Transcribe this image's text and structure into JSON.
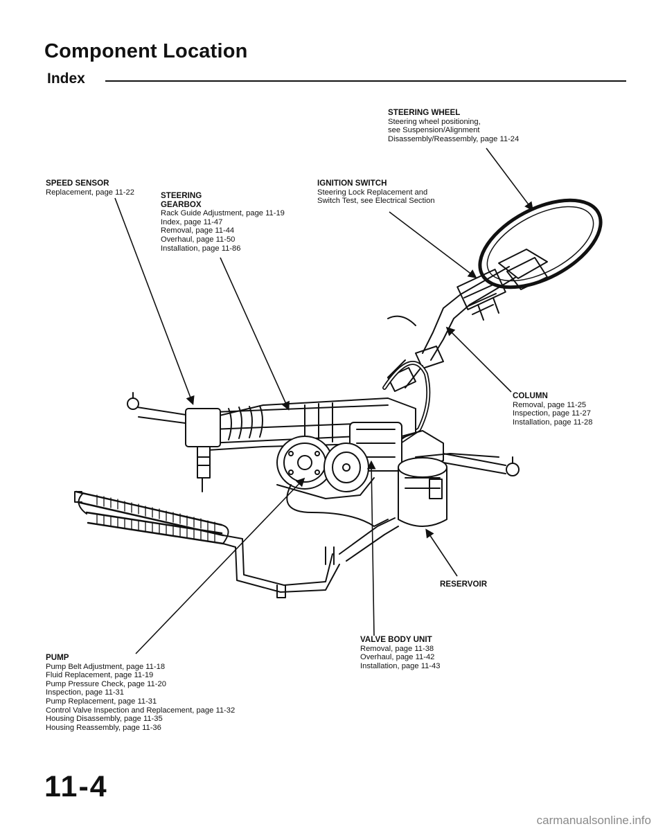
{
  "page": {
    "title": "Component Location",
    "subtitle": "Index",
    "page_number": "11-4",
    "watermark": "carmanualsonline.info"
  },
  "callouts": {
    "steering_wheel": {
      "heading": "STEERING WHEEL",
      "lines": [
        "Steering wheel positioning,",
        "see Suspension/Alignment",
        "Disassembly/Reassembly, page 11-24"
      ]
    },
    "ignition_switch": {
      "heading": "IGNITION SWITCH",
      "lines": [
        "Steering Lock Replacement and",
        "Switch Test, see Electrical Section"
      ]
    },
    "steering_gearbox": {
      "heading": "STEERING",
      "heading2": "GEARBOX",
      "lines": [
        "Rack Guide Adjustment, page 11-19",
        "Index, page 11-47",
        "Removal, page 11-44",
        "Overhaul, page 11-50",
        "Installation, page 11-86"
      ]
    },
    "speed_sensor": {
      "heading": "SPEED SENSOR",
      "lines": [
        "Replacement, page 11-22"
      ]
    },
    "column": {
      "heading": "COLUMN",
      "lines": [
        "Removal, page 11-25",
        "Inspection, page 11-27",
        "Installation, page 11-28"
      ]
    },
    "reservoir": {
      "heading": "RESERVOIR"
    },
    "pump": {
      "heading": "PUMP",
      "lines": [
        "Pump Belt Adjustment, page 11-18",
        "Fluid Replacement, page 11-19",
        "Pump Pressure Check, page 11-20",
        "Inspection, page 11-31",
        "Pump Replacement, page 11-31",
        "Control Valve Inspection and Replacement, page 11-32",
        "Housing Disassembly, page 11-35",
        "Housing Reassembly, page 11-36"
      ]
    },
    "valve_body_unit": {
      "heading": "VALVE BODY UNIT",
      "lines": [
        "Removal, page 11-38",
        "Overhaul, page 11-42",
        "Installation, page 11-43"
      ]
    }
  }
}
